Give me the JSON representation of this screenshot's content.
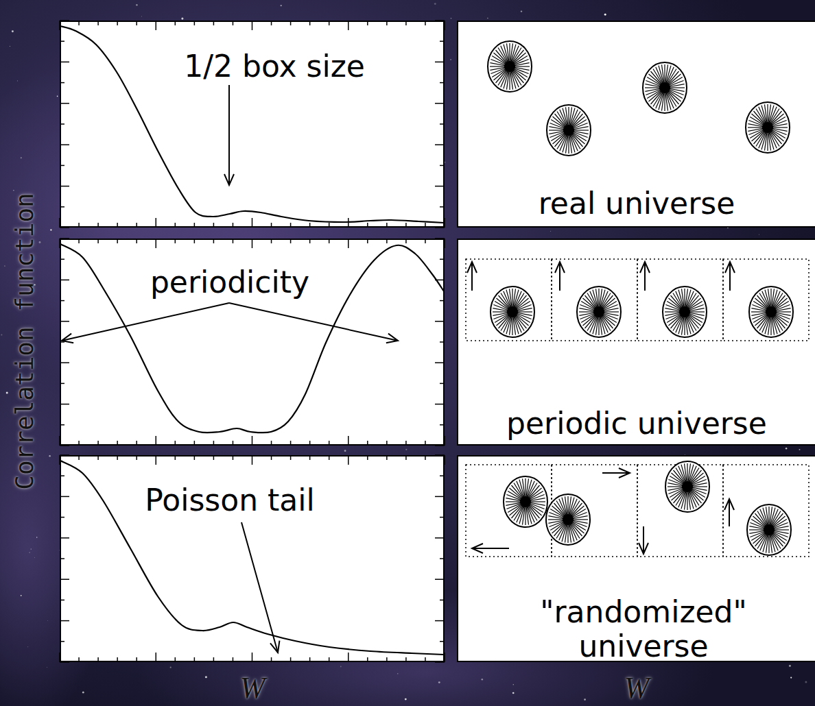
{
  "diagram": {
    "nodes": [
      {
        "text": [
          "1/2 box size"
        ]
      },
      {
        "text": [
          "real universe"
        ]
      },
      {
        "text": [
          "periodicity"
        ]
      },
      {
        "text": [
          "periodic universe"
        ]
      },
      {
        "text": [
          "Poisson tail"
        ]
      },
      {
        "text": [
          "\"randomized\" universe"
        ]
      }
    ],
    "labels": [
      "Correlation function",
      "W",
      "W"
    ]
  }
}
